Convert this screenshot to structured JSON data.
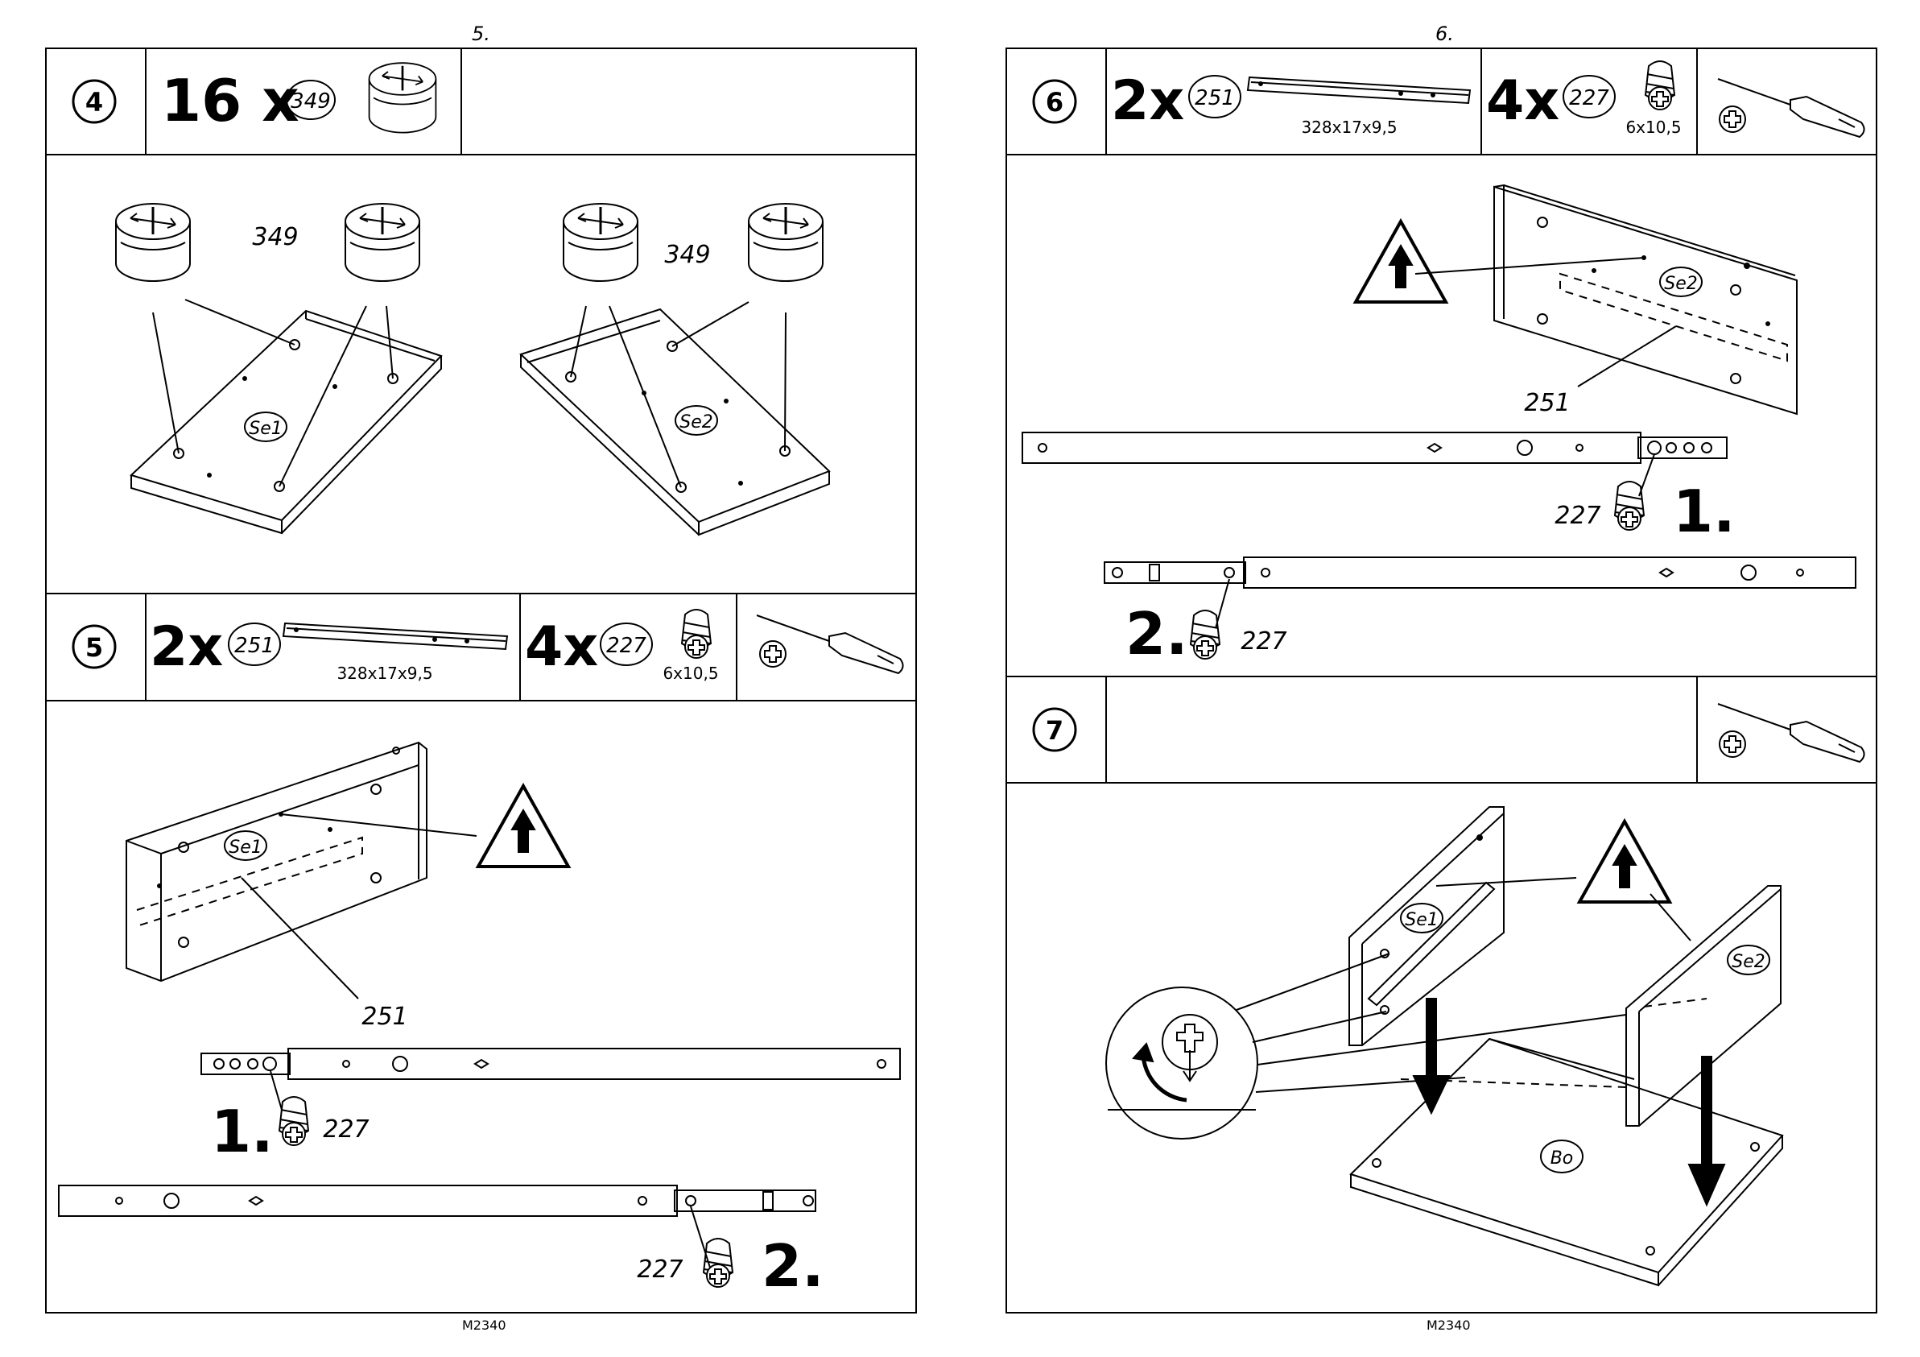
{
  "pages": [
    {
      "number": "5.",
      "footer": "M2340"
    },
    {
      "number": "6.",
      "footer": "M2340"
    }
  ],
  "steps": {
    "s4": {
      "num": "4",
      "qty": "16 x",
      "part": "349",
      "callout_a": "349",
      "callout_b": "349",
      "panel_a": "Se1",
      "panel_b": "Se2"
    },
    "s5": {
      "num": "5",
      "qty_a": "2x",
      "part_a": "251",
      "dim_a": "328x17x9,5",
      "qty_b": "4x",
      "part_b": "227",
      "dim_b": "6x10,5",
      "panel": "Se1",
      "callout_rail": "251",
      "callout_s1": "227",
      "callout_s2": "227",
      "order1": "1.",
      "order2": "2."
    },
    "s6": {
      "num": "6",
      "qty_a": "2x",
      "part_a": "251",
      "dim_a": "328x17x9,5",
      "qty_b": "4x",
      "part_b": "227",
      "dim_b": "6x10,5",
      "panel": "Se2",
      "callout_rail": "251",
      "callout_s1": "227",
      "callout_s2": "227",
      "order1": "1.",
      "order2": "2."
    },
    "s7": {
      "num": "7",
      "panel_a": "Se1",
      "panel_b": "Se2",
      "panel_c": "Bo"
    }
  },
  "icons": [
    "cam-lock-icon",
    "drawer-rail-icon",
    "euro-screw-icon",
    "screwdriver-icon",
    "phillips-head-icon",
    "warning-up-arrow-icon",
    "rotate-arrow-icon",
    "down-arrow-icon"
  ]
}
